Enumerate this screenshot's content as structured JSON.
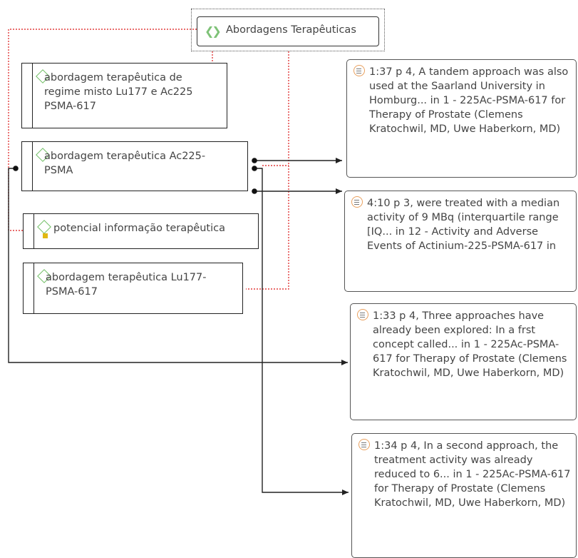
{
  "root": {
    "label": "Abordagens Terapêuticas",
    "icon": "network-icon",
    "icon_color": "#7ec277"
  },
  "codes": [
    {
      "id": "code-lu177-ac225",
      "label": "abordagem terapêutica de regime misto Lu177 e Ac225 PSMA-617",
      "icon": "code-diamond-icon"
    },
    {
      "id": "code-ac225",
      "label": "abordagem terapêutica Ac225-PSMA",
      "icon": "code-diamond-icon"
    },
    {
      "id": "code-potencial",
      "label": "potencial informação terapêutica",
      "icon": "code-diamond-memo-icon"
    },
    {
      "id": "code-lu177",
      "label": "abordagem terapêutica Lu177-PSMA-617",
      "icon": "code-diamond-icon"
    }
  ],
  "quotations": [
    {
      "id": "q-1-37",
      "label": "1:37 p 4, A tandem approach  was also used at the Saarland University in Homburg... in 1 - 225Ac-PSMA-617 for Therapy of Prostate (Clemens Kratochwil, MD, Uwe Haberkorn, MD)",
      "icon": "quotation-icon"
    },
    {
      "id": "q-4-10",
      "label": "4:10 p 3, were treated with a median activity of 9 MBq (interquartile range [IQ... in 12 - Activity and Adverse Events of Actinium-225-PSMA-617 in",
      "icon": "quotation-icon"
    },
    {
      "id": "q-1-33",
      "label": "1:33 p 4, Three approaches have already been explored: In a frst concept called... in 1 - 225Ac-PSMA-617 for Therapy of Prostate (Clemens Kratochwil, MD, Uwe Haberkorn, MD)",
      "icon": "quotation-icon"
    },
    {
      "id": "q-1-34",
      "label": "1:34 p 4, In a second approach, the treatment activity was  already reduced to 6... in 1 - 225Ac-PSMA-617 for Therapy of Prostate (Clemens Kratochwil, MD, Uwe Haberkorn, MD)",
      "icon": "quotation-icon"
    }
  ],
  "colors": {
    "network_link": "#e23b3b",
    "quotation_link": "#222222",
    "code_icon": "#6fbe63",
    "quotation_icon": "#e9a05e",
    "memo_badge": "#e1b812"
  }
}
